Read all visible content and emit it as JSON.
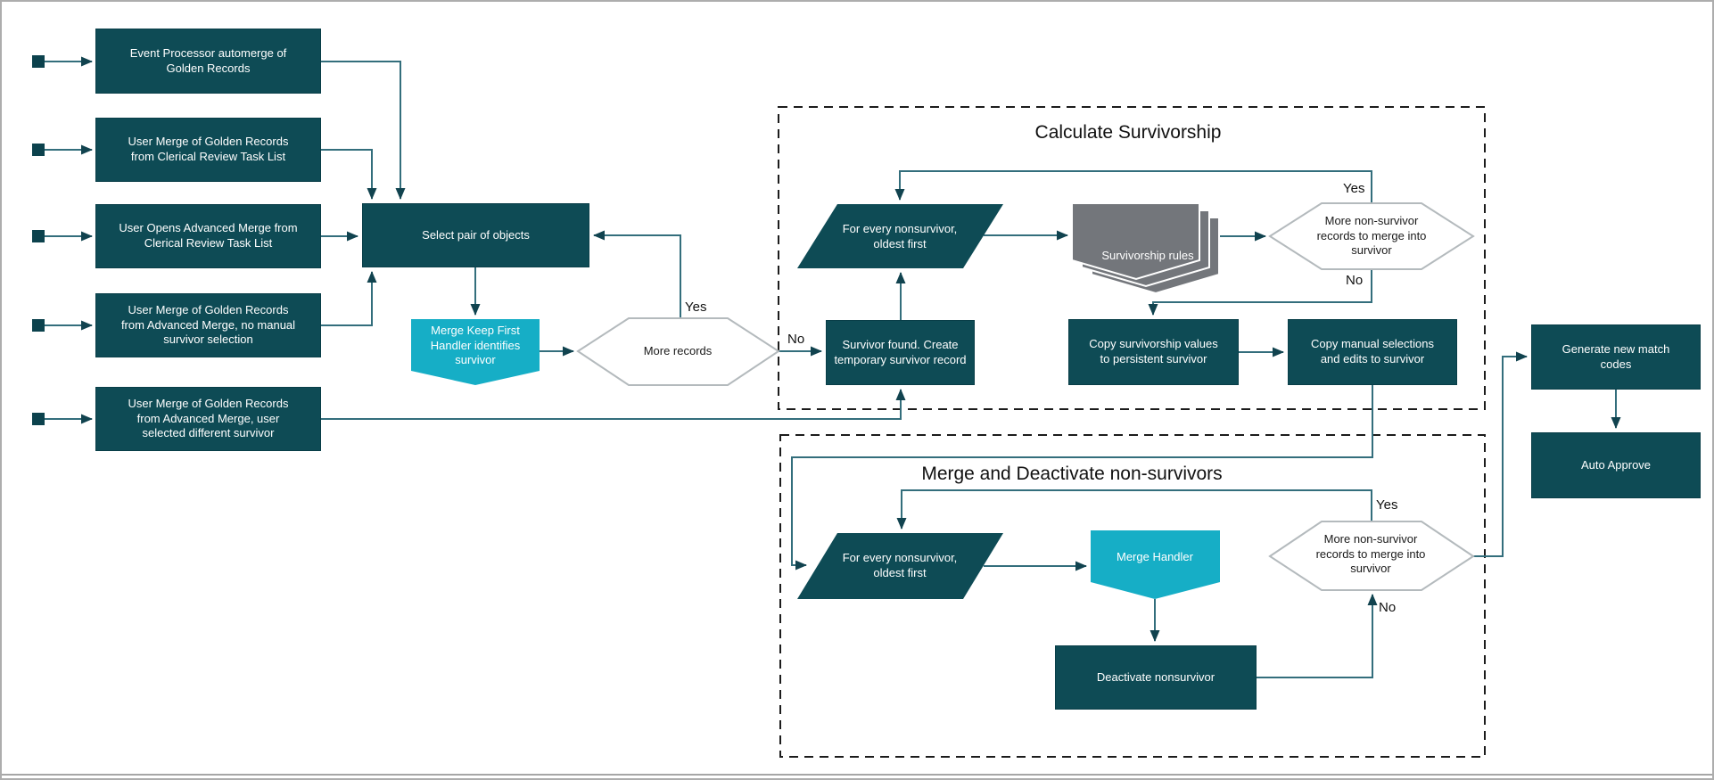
{
  "colors": {
    "node_dark": "#0e4b55",
    "node_dark_border": "#093e48",
    "accent_cyan": "#16aec6",
    "doc_gray": "#73767b",
    "hexagon_border": "#b4babd",
    "connector": "#336e7c",
    "arrowhead": "#11434f",
    "dashed_border": "#1c1c1c",
    "canvas_border": "#adadad",
    "background": "#ffffff"
  },
  "sources": [
    "Event Processor automerge of Golden Records",
    "User Merge of Golden Records from Clerical Review Task List",
    "User Opens Advanced Merge from Clerical Review Task List",
    "User Merge of Golden Records from Advanced Merge, no manual survivor selection",
    "User Merge of Golden Records from Advanced Merge, user selected different survivor"
  ],
  "nodes": {
    "select_pair": "Select pair of objects",
    "merge_keep_first": "Merge Keep First Handler identifies survivor",
    "more_records": "More records",
    "survivor_found": "Survivor found. Create temporary survivor record",
    "for_every_nonsurvivor_top": "For every nonsurvivor, oldest first",
    "survivorship_rules": "Survivorship rules",
    "more_nonsurvivor_top": "More non-survivor records to merge into survivor",
    "copy_survivorship": "Copy survivorship values to persistent survivor",
    "copy_manual": "Copy manual selections and edits to survivor",
    "for_every_nonsurvivor_bottom": "For every nonsurvivor, oldest first",
    "merge_handler": "Merge Handler",
    "deactivate_nonsurvivor": "Deactivate nonsurvivor",
    "more_nonsurvivor_bottom": "More non-survivor records to merge into survivor",
    "generate_match_codes": "Generate new match codes",
    "auto_approve": "Auto Approve"
  },
  "groups": {
    "calculate_survivorship": "Calculate Survivorship",
    "merge_deactivate": "Merge and Deactivate non-survivors"
  },
  "edge_labels": {
    "more_records_yes": "Yes",
    "more_records_no": "No",
    "survivorship_yes": "Yes",
    "survivorship_no": "No",
    "merge_yes": "Yes",
    "merge_no": "No"
  }
}
